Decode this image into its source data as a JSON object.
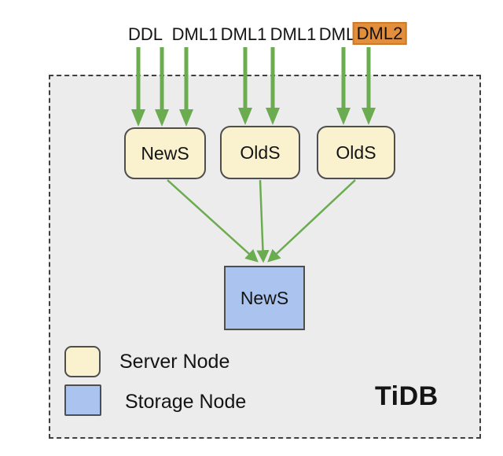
{
  "diagram": {
    "caption": "TiDB",
    "top_labels": [
      {
        "text": "DDL",
        "highlighted": false
      },
      {
        "text": "DML1",
        "highlighted": false
      },
      {
        "text": "DML1",
        "highlighted": false
      },
      {
        "text": "DML1",
        "highlighted": false
      },
      {
        "text": "DML",
        "highlighted": false
      },
      {
        "text": "DML2",
        "highlighted": true
      }
    ],
    "server_nodes": [
      {
        "label": "NewS"
      },
      {
        "label": "OldS"
      },
      {
        "label": "OldS"
      }
    ],
    "storage_node": {
      "label": "NewS"
    },
    "legend": [
      {
        "swatch": "server",
        "label": "Server Node"
      },
      {
        "swatch": "storage",
        "label": "Storage Node"
      }
    ],
    "colors": {
      "server_fill": "#FAF2CF",
      "storage_fill": "#AAC4EF",
      "arrow_green": "#6AAC4F",
      "highlight_orange": "#E38E3D",
      "highlight_border": "#CE7A27",
      "node_border": "#4E4E4E",
      "canvas_fill": "#ECECEC",
      "dash_border": "#3F3F3F"
    }
  }
}
